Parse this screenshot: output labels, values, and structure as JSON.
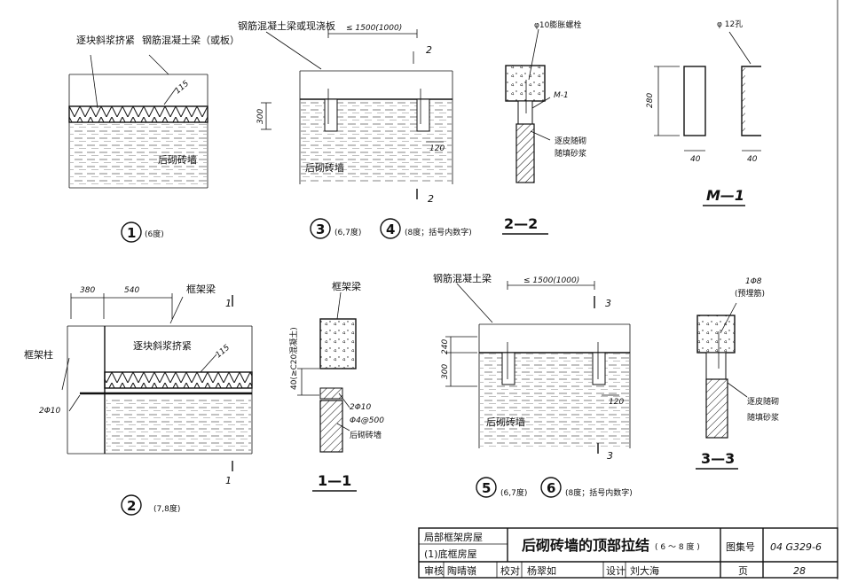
{
  "d1": {
    "label_grout": "逐块斜浆挤紧",
    "label_beam": "钢筋混凝土梁（或板）",
    "dim_115": "115",
    "label_wall": "后砌砖墙",
    "num": "1",
    "note": "(6度)"
  },
  "d3": {
    "label_beam": "钢筋混凝土梁或现浇板",
    "dim_spacing": "≤ 1500(1000)",
    "dim_300": "300",
    "dim_120": "120",
    "label_wall": "后砌砖墙",
    "sec": "2",
    "num3": "3",
    "note3": "(6,7度)",
    "num4": "4",
    "note4": "(8度；括号内数字)"
  },
  "s22": {
    "label_bolt": "φ10膨胀螺栓",
    "label_m1": "M-1",
    "label_mortar": "逐皮随砌",
    "label_mortar2": "随填砂浆",
    "title": "2—2"
  },
  "m1": {
    "label_hole": "φ 12孔",
    "dim_280": "280",
    "dim_40a": "40",
    "dim_40b": "40",
    "title": "M—1"
  },
  "d2": {
    "dim_380": "380",
    "dim_540": "540",
    "label_frame_beam": "框架梁",
    "label_grout": "逐块斜浆挤紧",
    "dim_115": "115",
    "label_column": "框架柱",
    "label_bar": "2Φ10",
    "sec": "1",
    "num": "2",
    "note": "(7,8度)"
  },
  "s11": {
    "label_frame_beam": "框架梁",
    "label_concrete": "40(≥C20混凝土)",
    "label_bar": "2Φ10",
    "label_stirrup": "Φ4@500",
    "label_wall": "后砌砖墙",
    "title": "1—1"
  },
  "d5": {
    "label_beam": "钢筋混凝土梁",
    "dim_spacing": "≤ 1500(1000)",
    "dim_240": "240",
    "dim_300": "300",
    "dim_120": "120",
    "label_wall": "后砌砖墙",
    "sec": "3",
    "num5": "5",
    "note5": "(6,7度)",
    "num6": "6",
    "note6": "(8度；括号内数字)"
  },
  "s33": {
    "label_bar": "1Φ8",
    "label_embed": "(预埋筋)",
    "label_mortar": "逐皮随砌",
    "label_mortar2": "随填砂浆",
    "title": "3—3"
  },
  "title_block": {
    "cat1": "局部框架房屋",
    "cat2": "(1)底框房屋",
    "title": "后砌砖墙的顶部拉结",
    "title_note": "( 6 ～ 8 度 )",
    "atlas_label": "图集号",
    "atlas_no": "04 G329-6",
    "review": "审核",
    "reviewer": "陶晴嶺",
    "check": "校对",
    "checker": "杨翠如",
    "design": "设计",
    "designer": "刘大海",
    "page_label": "页",
    "page_no": "28"
  }
}
